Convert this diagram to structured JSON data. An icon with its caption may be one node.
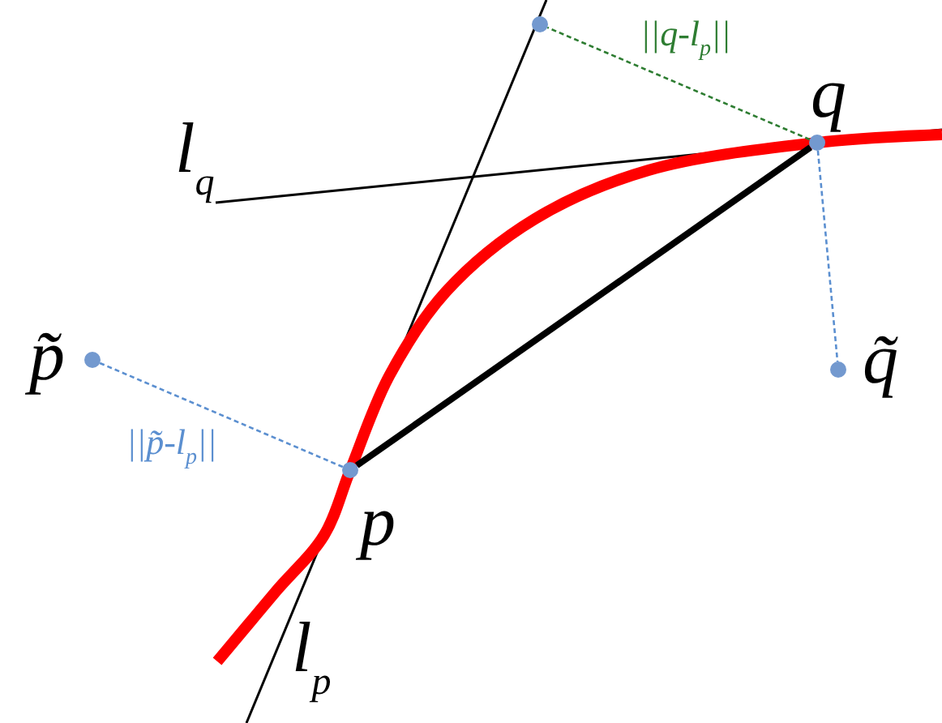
{
  "diagram": {
    "nodes": [
      {
        "text": [],
        "shape": "circle",
        "beside": [
          "p̃"
        ]
      },
      {
        "text": [],
        "shape": "circle",
        "beside": [
          "p"
        ]
      },
      {
        "text": [],
        "shape": "circle"
      },
      {
        "text": [],
        "shape": "circle",
        "beside": [
          "q"
        ]
      },
      {
        "text": [],
        "shape": "circle",
        "beside": [
          "q̃"
        ]
      }
    ],
    "edges": [
      {
        "from": 0,
        "to": 1,
        "arrow": "none",
        "label": "||p̃-l$_{p}$||",
        "style": "dashed",
        "color": "#5b8fd0"
      },
      {
        "from": 3,
        "to": 2,
        "arrow": "none",
        "label": "||q-l$_{p}$||",
        "style": "dashed",
        "color": "#2e7d32"
      },
      {
        "from": 3,
        "to": 4,
        "arrow": "none",
        "style": "dashed",
        "color": "#5b8fd0"
      },
      {
        "from": 1,
        "to": 3,
        "arrow": "none",
        "style": "thick",
        "color": "#000000"
      }
    ],
    "labels": [
      "l$_{q}$",
      "l$_{p}$"
    ]
  }
}
